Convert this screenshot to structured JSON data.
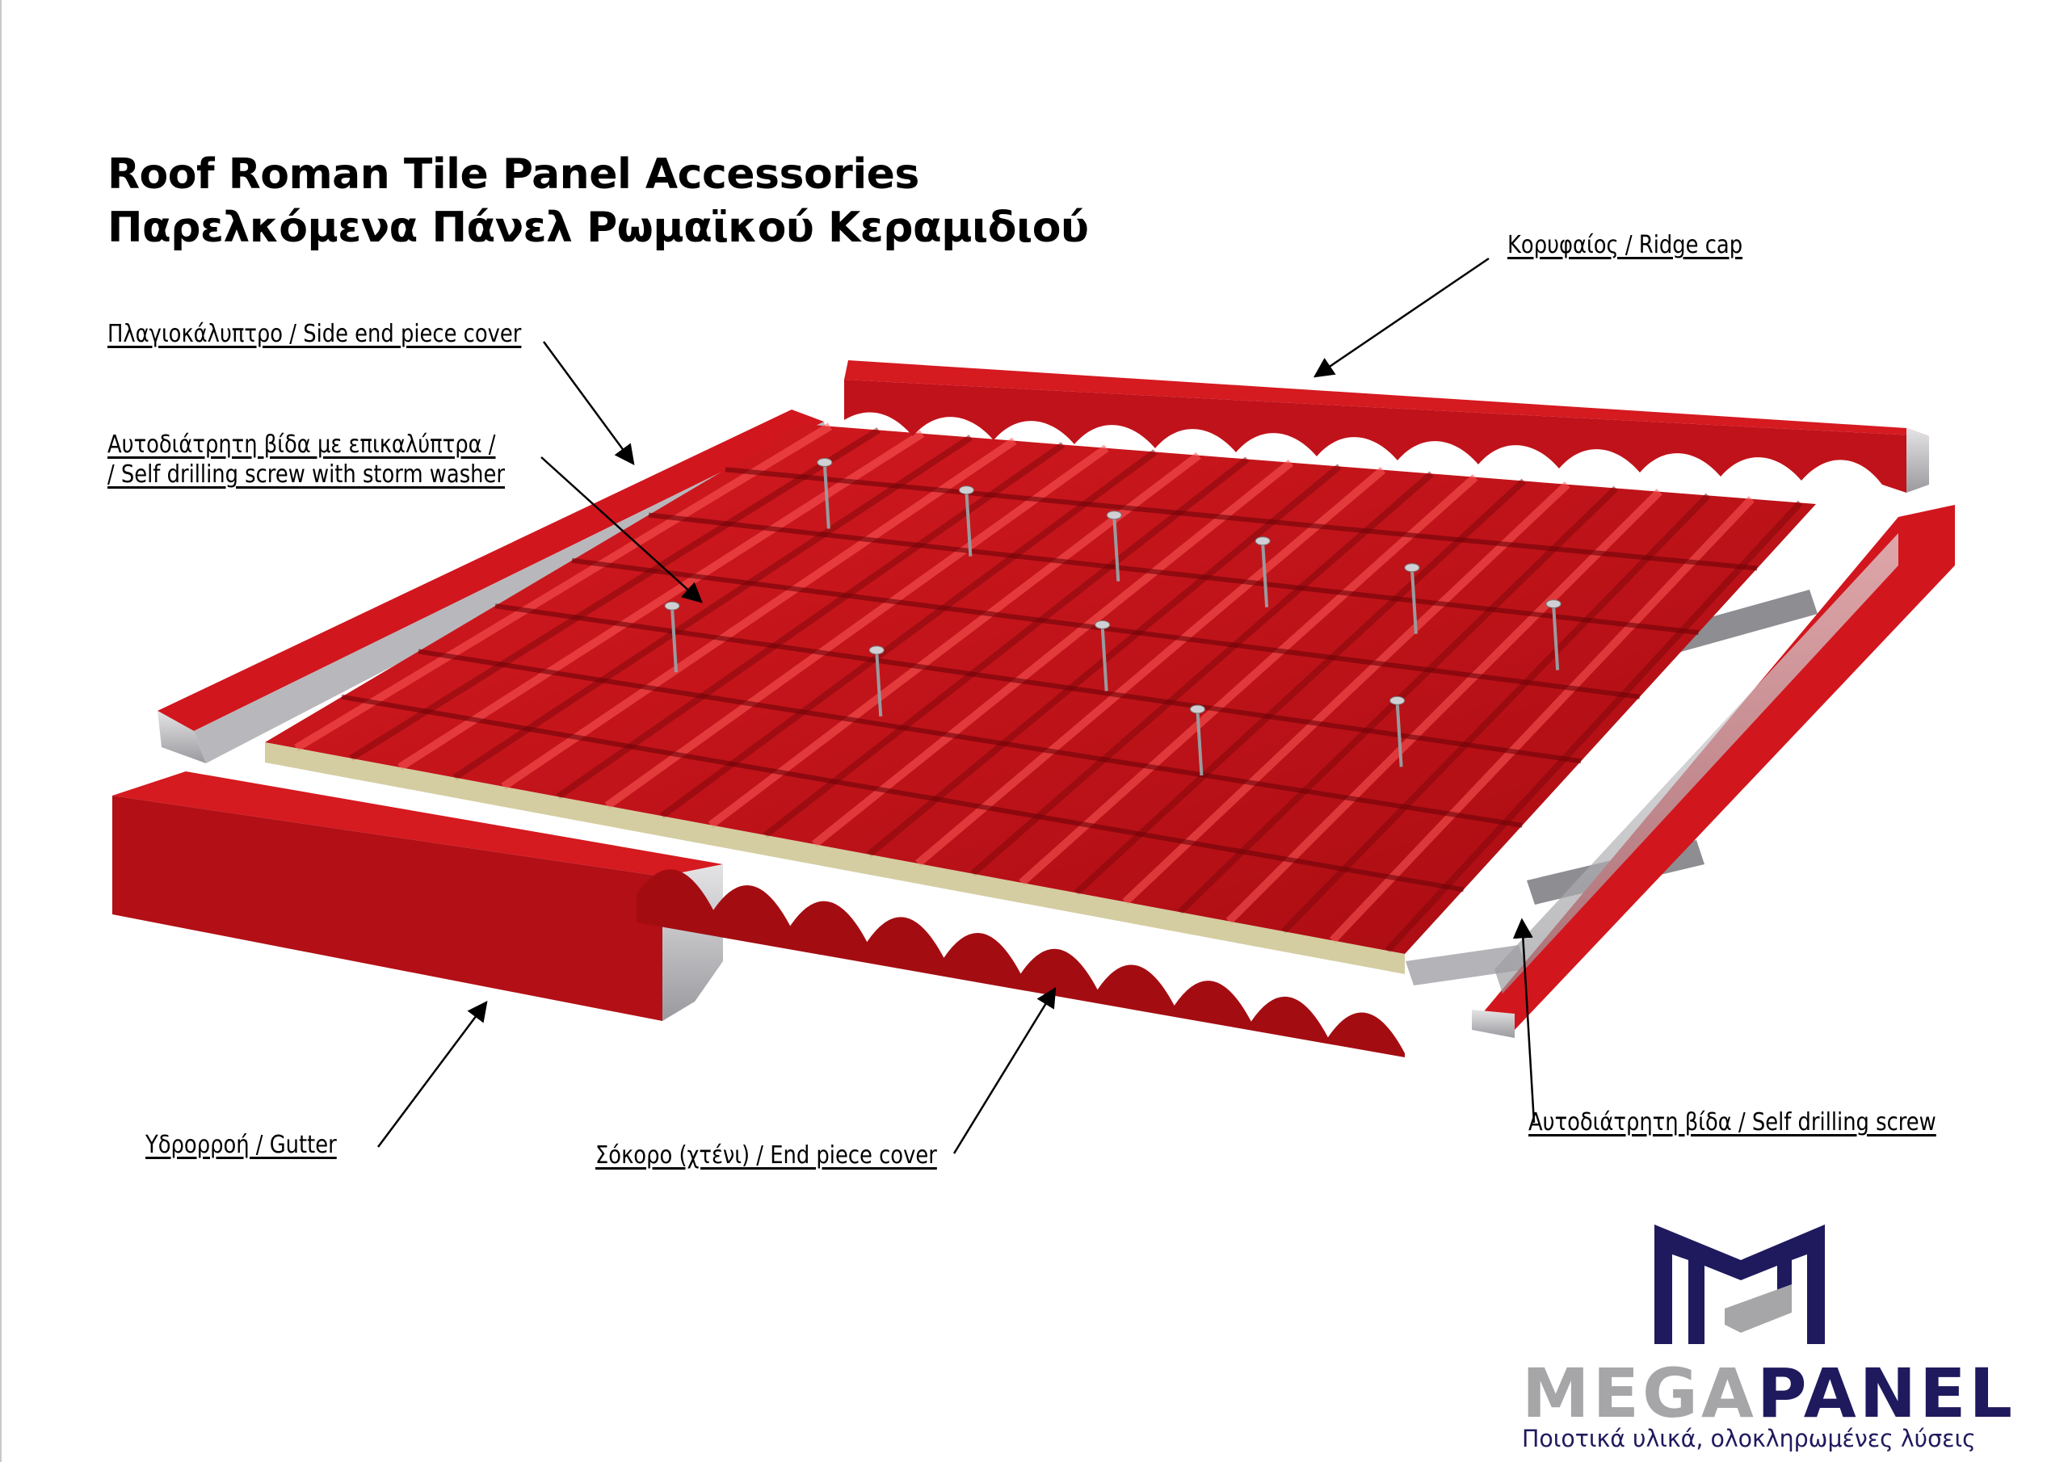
{
  "title": {
    "line1": "Roof Roman Tile Panel Accessories",
    "line2": "Παρελκόμενα Πάνελ Ρωμαϊκού Κεραμιδιού"
  },
  "labels": {
    "ridge_cap": "Κορυφαίος / Ridge cap",
    "side_cover": "Πλαγιοκάλυπτρο / Side end piece cover",
    "screw_washer_1": "Αυτοδιάτρητη βίδα με επικαλύπτρα /",
    "screw_washer_2": "/ Self drilling screw with storm washer",
    "gutter": "Υδρορροή / Gutter",
    "end_piece": "Σόκορο (χτένι) / End piece cover",
    "self_drilling": "Αυτοδιάτρητη βίδα / Self drilling screw"
  },
  "logo": {
    "word_a": "MEGA",
    "word_b": "PANEL",
    "tagline": "Ποιοτικά υλικά, ολοκληρωμένες λύσεις"
  },
  "colors": {
    "panel_red": "#c8121a",
    "logo_navy": "#1f1a5e",
    "logo_grey": "#a6a6a8"
  }
}
